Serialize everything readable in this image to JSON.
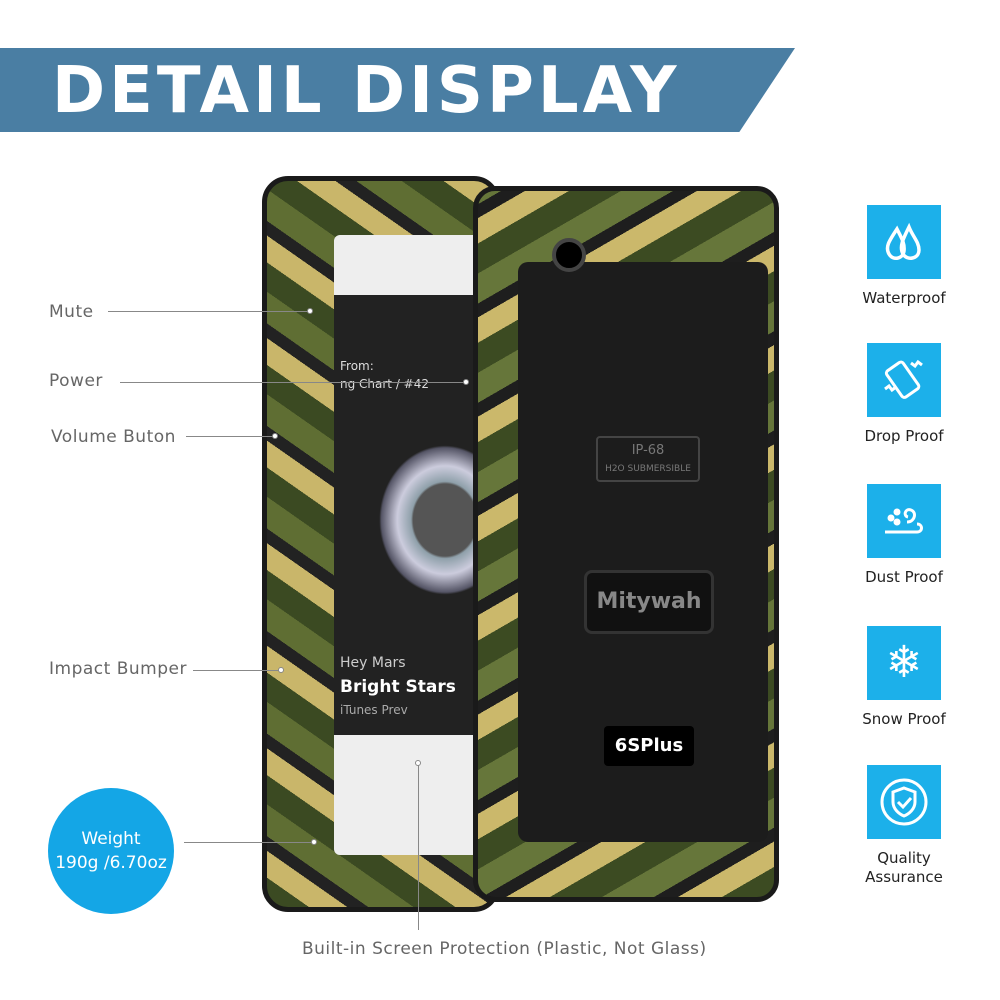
{
  "banner": {
    "title": "DETAIL DISPLAY"
  },
  "callouts": {
    "mute": "Mute",
    "power": "Power",
    "volume": "Volume Buton",
    "bumper": "Impact Bumper",
    "screen": "Built-in Screen Protection (Plastic, Not Glass)"
  },
  "weight": {
    "label": "Weight",
    "value": "190g /6.70oz"
  },
  "product": {
    "screen_from": "From:",
    "screen_chart": "ng Chart / #42",
    "screen_artist": "Hey Mars",
    "screen_song": "Bright Stars",
    "screen_store": "iTunes Prev",
    "rating": "IP-68",
    "rating_sub": "H2O SUBMERSIBLE",
    "brand": "Mitywah",
    "model": "6SPlus"
  },
  "features": [
    {
      "name": "Waterproof",
      "icon": "water-drops-icon"
    },
    {
      "name": "Drop Proof",
      "icon": "phone-shake-icon"
    },
    {
      "name": "Dust Proof",
      "icon": "dust-swirl-icon"
    },
    {
      "name": "Snow Proof",
      "icon": "snowflake-icon"
    },
    {
      "name": "Quality Assurance",
      "icon": "shield-check-icon"
    }
  ],
  "colors": {
    "banner": "#4a7ea3",
    "accent": "#1cb0ea"
  }
}
